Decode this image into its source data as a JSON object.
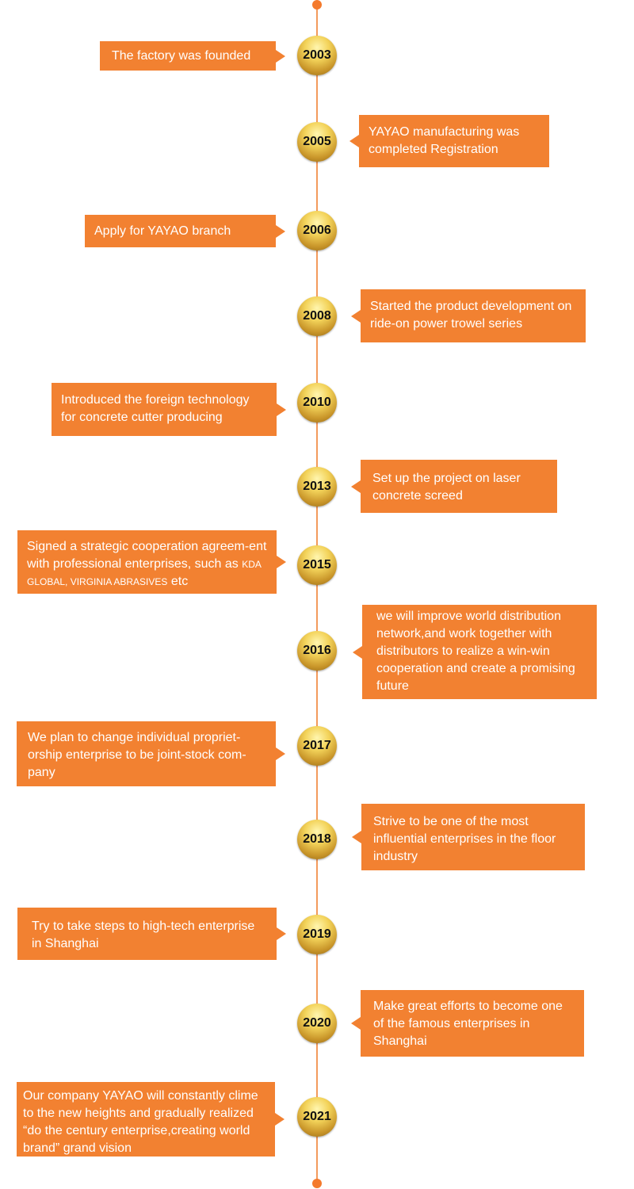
{
  "colors": {
    "box": "#f28131",
    "line": "#f39a5c",
    "dot": "#f47a2c",
    "badge": "#e0b53a"
  },
  "events": [
    {
      "year": "2003",
      "text": "The factory was founded",
      "side": "left"
    },
    {
      "year": "2005",
      "text": "YAYAO manufacturing was completed Registration",
      "side": "right"
    },
    {
      "year": "2006",
      "text": "Apply for YAYAO branch",
      "side": "left"
    },
    {
      "year": "2008",
      "text": "Started the product development on ride-on power trowel series",
      "side": "right"
    },
    {
      "year": "2010",
      "text": "Introduced the foreign technology for concrete cutter producing",
      "side": "left"
    },
    {
      "year": "2013",
      "text": "Set up the project on laser concrete screed",
      "side": "right"
    },
    {
      "year": "2015",
      "text": "Signed a strategic cooperation agreem-ent with professional enterprises, such as",
      "highlight": "KDA GLOBAL, VIRGINIA ABRASIVES",
      "suffix": "etc",
      "side": "left"
    },
    {
      "year": "2016",
      "text": "we will improve world distribution network,and work together with distributors to realize a win-win cooperation and create a promising future",
      "side": "right"
    },
    {
      "year": "2017",
      "text": "We plan to change individual propriet-orship enterprise to be joint-stock com-pany",
      "side": "left"
    },
    {
      "year": "2018",
      "text": "Strive to be one of the most influential enterprises in the floor industry",
      "side": "right"
    },
    {
      "year": "2019",
      "text": "Try to take steps to high-tech enterprise in Shanghai",
      "side": "left"
    },
    {
      "year": "2020",
      "text": "Make great efforts to become one of the famous enterprises in Shanghai",
      "side": "right"
    },
    {
      "year": "2021",
      "text": "Our company YAYAO will constantly clime to the new heights and gradually realized “do the century enterprise,creating world brand” grand vision",
      "side": "left"
    }
  ]
}
